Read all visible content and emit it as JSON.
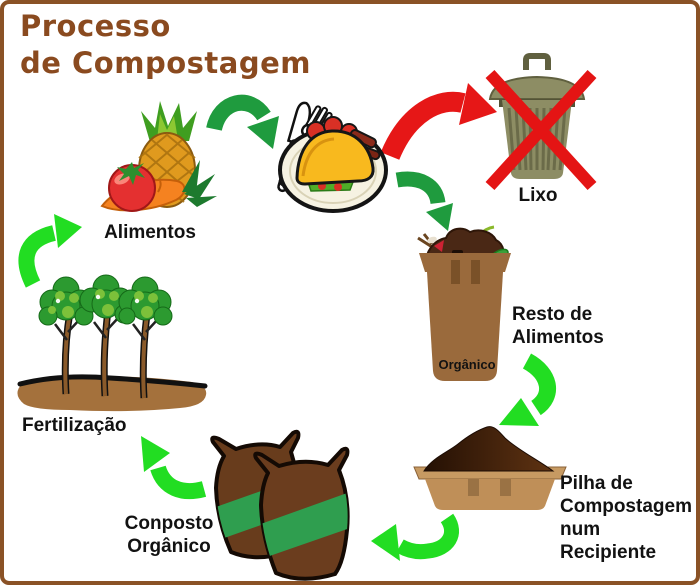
{
  "title": "Processo\nde Compostagem",
  "labels": {
    "alimentos": "Alimentos",
    "lixo": "Lixo",
    "resto_de_alimentos": "Resto de\nAlimentos",
    "organico_bin": "Orgânico",
    "pilha": "Pilha de\nCompostagem\nnum Recipiente",
    "conposto": "Conposto\nOrgânico",
    "fertilizacao": "Fertilização"
  },
  "icons": {
    "alimentos": "pineapple-tomato-carrot-icon",
    "meal": "meal-plate-with-cutlery-icon",
    "lixo": "crossed-out-trash-can-icon",
    "organico": "organic-waste-bin-icon",
    "pilha": "compost-pile-in-container-icon",
    "conposto": "compost-bags-icon",
    "fertilizacao": "trees-on-soil-icon"
  },
  "colors": {
    "background": "#ffffff",
    "frame_border": "#8a5226",
    "title_text": "#8a4a1f",
    "label_text": "#121212",
    "arrow_bright_green": "#22dd22",
    "arrow_dark_green": "#1f9b3e",
    "arrow_red": "#e61717",
    "bin_brown": "#9a6a3c",
    "bag_brown": "#6b3d1e",
    "bag_stripe_green": "#2f9e4f",
    "trash_olive": "#8d8d64",
    "soil_brown": "#a4713c"
  }
}
